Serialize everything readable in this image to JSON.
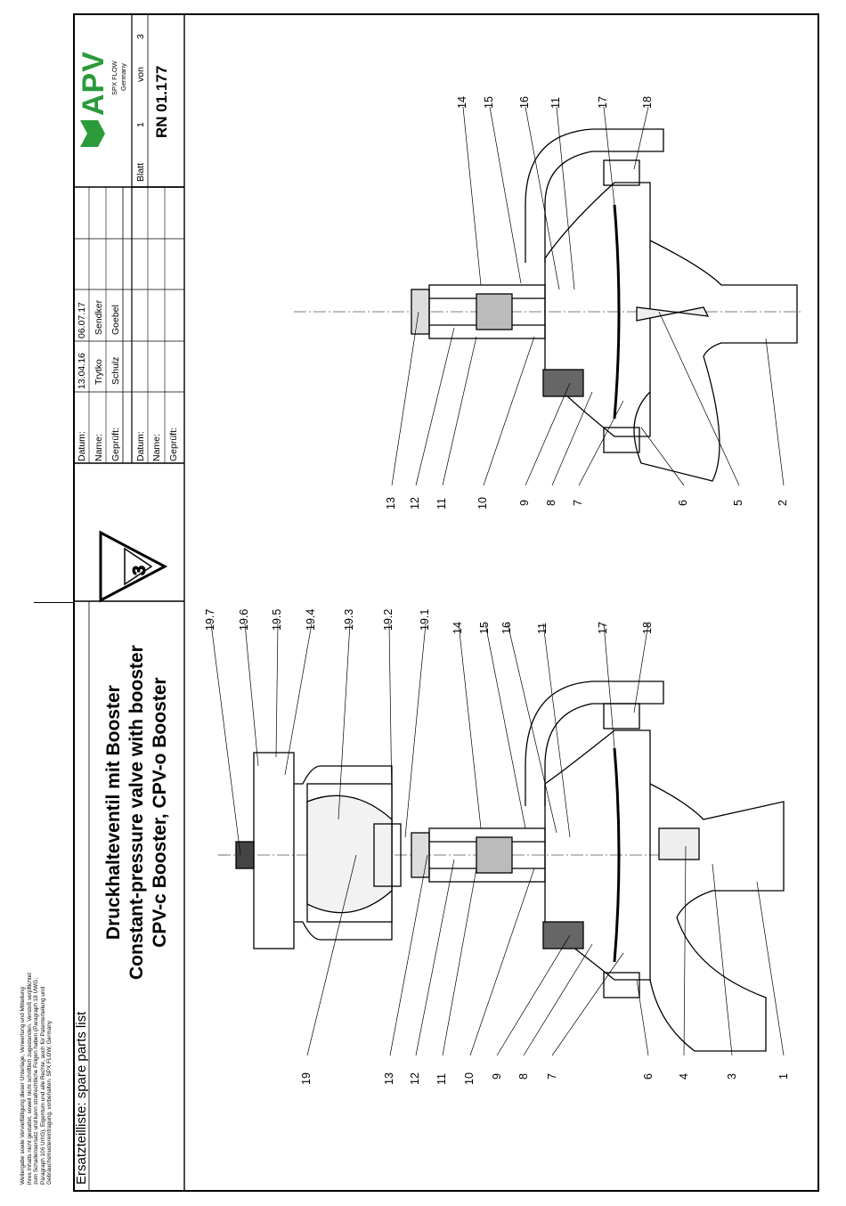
{
  "legal_notice": [
    "Weitergabe sowie Vervielfältigung dieser Unterlage, Verwertung und Mitteilung",
    "ihres Inhalts nicht gestattet, soweit nicht schriftlich zugestanden. Verstoß verpflichtet",
    "zum Schadensersatz und kann strafrechtliche Folgen haben (Paragraph 18 UWG,",
    "Paragraph 106 UrhG). Eigentum und alle Rechte, auch für Patenterteilung und",
    "Gebrauchsmustereintragung, vorbehalten. SPX FLOW, Germany"
  ],
  "doc_type": "Ersatzteilliste: spare parts list",
  "title": {
    "line1": "Druckhalteventil mit Booster",
    "line2": "Constant-pressure valve with booster",
    "line3": "CPV-c Booster, CPV-o Booster"
  },
  "revision_block_1": {
    "labels": [
      "Datum:",
      "Name:",
      "Geprüft:"
    ],
    "col1": [
      "13.04.16",
      "Trytko",
      "Schulz"
    ],
    "col2": [
      "06.07.17",
      "Sendker",
      "Goebel"
    ]
  },
  "revision_block_2": {
    "labels": [
      "Datum:",
      "Name:",
      "Geprüft:"
    ]
  },
  "brand": {
    "logo_text": "APV",
    "sub1": "SPX FLOW",
    "sub2": "Germany",
    "accent_color": "#2a9a3a"
  },
  "sheet_info": {
    "blatt_label": "Blatt",
    "blatt_num": "1",
    "von_label": "von",
    "total": "3",
    "doc_number": "RN 01.177"
  },
  "left_drawing_labels": [
    "19",
    "13",
    "12",
    "11",
    "10",
    "9",
    "8",
    "7",
    "6",
    "4",
    "3",
    "1"
  ],
  "left_drawing_top_labels": [
    "19.7",
    "19.6",
    "19.5",
    "19.4",
    "19.3",
    "19.2",
    "19.1",
    "14",
    "15",
    "16",
    "11",
    "17",
    "18"
  ],
  "right_drawing_labels": [
    "13",
    "12",
    "11",
    "10",
    "9",
    "8",
    "7",
    "6",
    "5",
    "2"
  ],
  "right_drawing_top_labels": [
    "14",
    "15",
    "16",
    "11",
    "17",
    "18"
  ]
}
